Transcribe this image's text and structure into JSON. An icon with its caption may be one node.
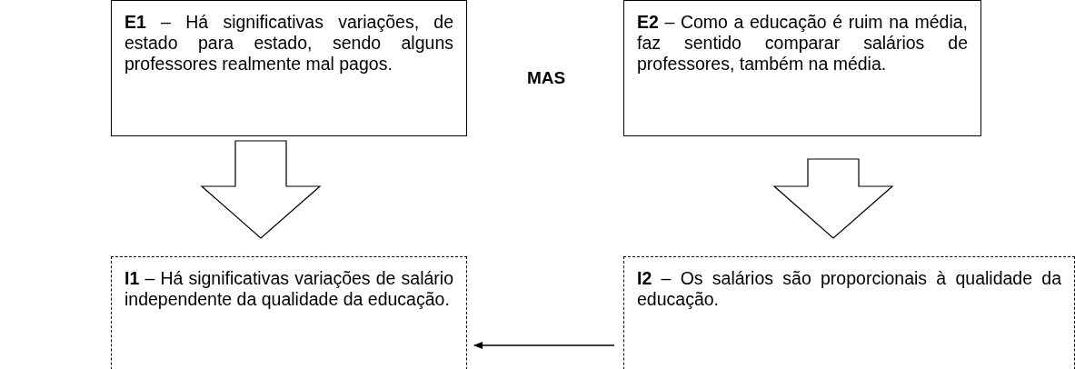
{
  "diagram": {
    "nodes": [
      {
        "text": [
          "**E1** – Há significativas variações, de estado para estado, sendo alguns professores realmente mal pagos."
        ]
      },
      {
        "text": [
          "**E2** – Como a educação é ruim na média, faz sentido comparar salários de professores, também na média."
        ]
      },
      {
        "text": [
          "**I1** – Há significativas variações de salário independente da qualidade da educação."
        ]
      },
      {
        "text": [
          "**I2** – Os salários são proporcionais à qualidade da educação."
        ]
      }
    ],
    "edges": [
      {
        "from": 0,
        "to": 2,
        "arrow": "to",
        "style": "thick"
      },
      {
        "from": 1,
        "to": 3,
        "arrow": "to",
        "style": "thick"
      },
      {
        "from": 3,
        "to": 2,
        "arrow": "to"
      }
    ],
    "labels": [
      "MAS"
    ]
  }
}
